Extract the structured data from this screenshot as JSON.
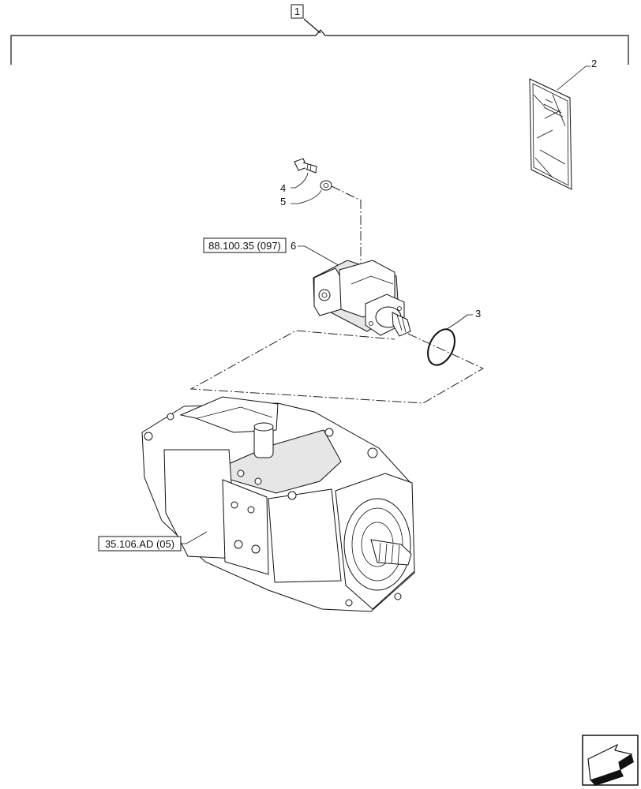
{
  "assembly_label": "1",
  "callouts": {
    "item2": "2",
    "item3": "3",
    "item4": "4",
    "item5": "5",
    "item6": "6"
  },
  "references": {
    "motor_ref": "88.100.35 (097)",
    "pump_ref": "35.106.AD (05)"
  },
  "icons": {
    "nav": "arrow-navigation-icon",
    "manual": "instruction-booklet-icon"
  }
}
